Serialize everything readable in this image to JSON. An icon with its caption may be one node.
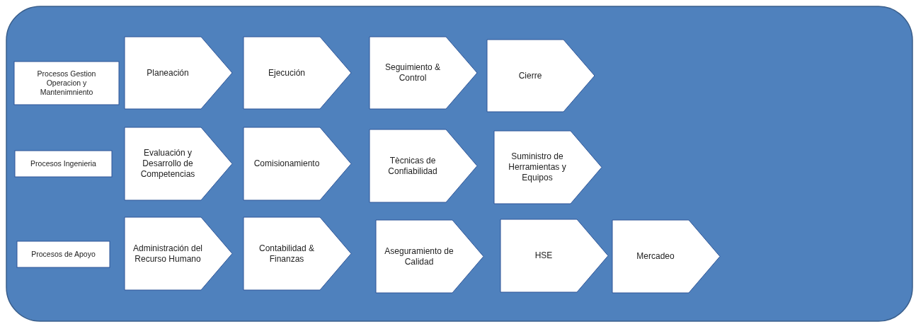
{
  "diagram": {
    "nodes": [
      {
        "text": [],
        "shape": "box"
      },
      {
        "text": [
          "Procesos Gestion Operacion y Mantenimniento"
        ],
        "in": 0
      },
      {
        "text": [
          "Planeación"
        ],
        "in": 0
      },
      {
        "text": [
          "Ejecución"
        ],
        "in": 0
      },
      {
        "text": [
          "Seguimiento & Control"
        ],
        "in": 0
      },
      {
        "text": [
          "Cierre"
        ],
        "in": 0
      },
      {
        "text": [
          "Procesos Ingenieria"
        ],
        "in": 0
      },
      {
        "text": [
          "Evaluación y Desarrollo de Competencias"
        ],
        "in": 0
      },
      {
        "text": [
          "Comisionamiento"
        ],
        "in": 0
      },
      {
        "text": [
          "Tècnicas de Confiabilidad"
        ],
        "in": 0
      },
      {
        "text": [
          "Suministro de Herramientas y Equipos"
        ],
        "in": 0
      },
      {
        "text": [
          "Procesos de Apoyo"
        ],
        "in": 0
      },
      {
        "text": [
          "Administración del Recurso Humano"
        ],
        "in": 0
      },
      {
        "text": [
          "Contabilidad & Finanzas"
        ],
        "in": 0
      },
      {
        "text": [
          "Aseguramiento de Calidad"
        ],
        "in": 0
      },
      {
        "text": [
          "HSE"
        ],
        "in": 0
      },
      {
        "text": [
          "Mercadeo"
        ],
        "in": 0
      }
    ]
  }
}
